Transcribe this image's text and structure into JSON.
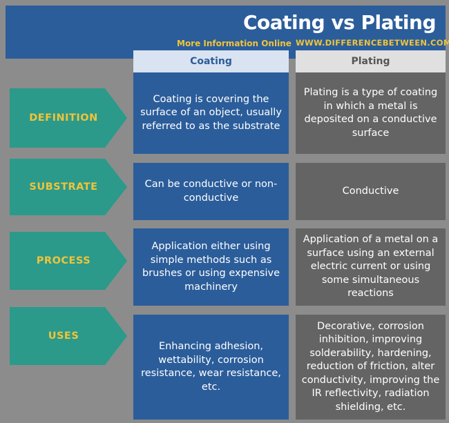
{
  "header": {
    "title": "Coating vs Plating",
    "more_info": "More Information Online",
    "website": "WWW.DIFFERENCEBETWEEN.COM"
  },
  "columns": {
    "coating": "Coating",
    "plating": "Plating"
  },
  "rows": [
    {
      "label": "DEFINITION",
      "coating": "Coating is covering the surface of an object, usually referred to as the substrate",
      "plating": "Plating is a type of coating in which a metal is deposited on a conductive surface"
    },
    {
      "label": "SUBSTRATE",
      "coating": "Can be conductive or non-conductive",
      "plating": "Conductive"
    },
    {
      "label": "PROCESS",
      "coating": "Application either using simple methods such as brushes or using expensive machinery",
      "plating": "Application of a metal on a surface using an external electric current or using some simultaneous reactions"
    },
    {
      "label": "USES",
      "coating": "Enhancing adhesion, wettability, corrosion resistance, wear resistance, etc.",
      "plating": "Decorative, corrosion inhibition, improving solderability, hardening, reduction of friction, alter conductivity, improving the IR reflectivity, radiation shielding, etc."
    }
  ],
  "colors": {
    "background": "#8c8c8c",
    "coating_blue": "#2b5d9a",
    "plating_gray": "#646464",
    "label_teal": "#2b9a8a",
    "accent_yellow": "#f0c43a"
  }
}
